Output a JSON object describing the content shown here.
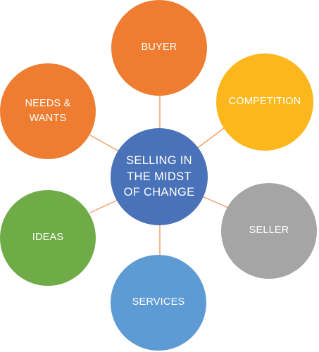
{
  "center": {
    "label": "SELLING IN\nTHE MIDST\nOF CHANGE",
    "color": "#4a72b8"
  },
  "nodes": [
    {
      "id": "buyer",
      "label": "BUYER",
      "color": "#ee7d31"
    },
    {
      "id": "competition",
      "label": "COMPETITION",
      "color": "#fbb71c"
    },
    {
      "id": "seller",
      "label": "SELLER",
      "color": "#a5a5a5"
    },
    {
      "id": "services",
      "label": "SERVICES",
      "color": "#5e9bd5"
    },
    {
      "id": "ideas",
      "label": "IDEAS",
      "color": "#6fac48"
    },
    {
      "id": "needs-wants",
      "label": "NEEDS &\nWANTS",
      "color": "#ee7d31"
    }
  ],
  "connector_color": "#f2a06b"
}
